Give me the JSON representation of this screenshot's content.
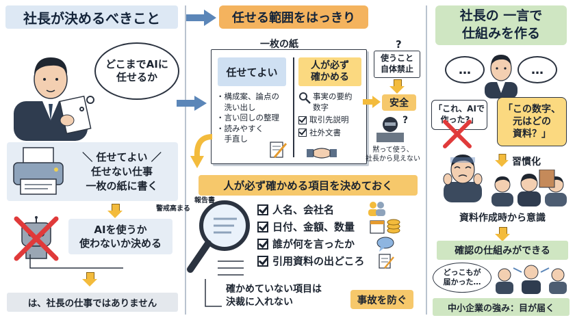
{
  "left": {
    "header": "社長が決めるべきこと",
    "thought": "どこまでAIに\n任せるか",
    "write_box": "＼ 任せてよい ／\n任せない仕事\n一枚の紙に書く",
    "decide_box": "AIを使うか\n使わないか決める",
    "conclusion": "は、社長の仕事ではありません"
  },
  "center": {
    "header": "任せる範囲をはっきり",
    "sheet_title": "一枚の紙",
    "ok_title": "任せてよい",
    "ok_items": [
      "・構成案、論点の\n　洗い出し",
      "・言い回しの整理",
      "・読みやすく\n　手直し"
    ],
    "must_title": "人が必ず\n確かめる",
    "must_items": [
      "事実の要約\n数字",
      "取引先説明",
      "社外文書"
    ],
    "prohibit": "使うこと\n自体禁止",
    "safe": "安全",
    "hidden_use": "黙って使う、\n社長から見えない",
    "section_title": "人が必ず確かめる項目を決めておく",
    "stray_text_1": "報告書",
    "stray_text_2": "警戒高まる",
    "check_items": [
      "人名、会社名",
      "日付、金額、数量",
      "誰が何を言ったか",
      "引用資料の出どころ"
    ],
    "not_approved": "確かめていない項目は\n決裁に入れない",
    "prevent": "事故を防ぐ"
  },
  "right": {
    "header": "社長の 一言で\n仕組みを作る",
    "bubble_dots": "…",
    "bubble_left": "「これ、AIで\n作った?」",
    "bubble_right": "「この数字、\n元はどの\n資料？」",
    "habit": "習慣化",
    "awareness": "資料作成時から意識",
    "mechanism": "確認の仕組みができる",
    "who_reached": "どっこもが\n届かった…",
    "strength": "中小企業の強み：目が届く"
  },
  "colors": {
    "header_blue": "#dde8f4",
    "header_orange": "#f4b35e",
    "header_green": "#cfe6c2",
    "arrow_yellow": "#f3bb3c",
    "cross_red": "#e03a3a",
    "arrow_blue": "#5b86b8"
  },
  "icons": [
    "thought-bubble",
    "printer-icon",
    "robot-icon",
    "magnifier-icon",
    "handshake-icon",
    "hacker-icon",
    "people-icon",
    "calendar-icon",
    "coins-icon",
    "speech-icon",
    "memo-icon",
    "businessman-icon",
    "worried-man-icon",
    "team-icon"
  ]
}
